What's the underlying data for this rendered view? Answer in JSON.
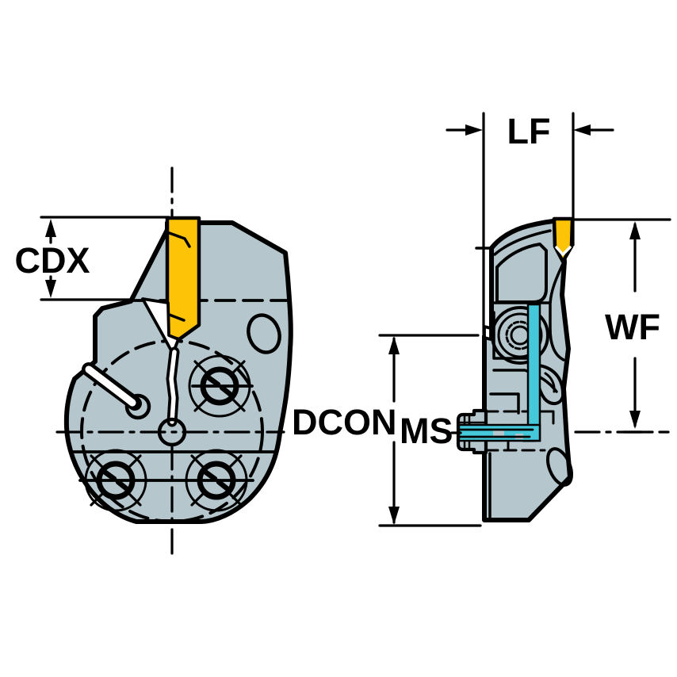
{
  "labels": {
    "cdx": "CDX",
    "lf": "LF",
    "wf": "WF",
    "dcon": "DCON",
    "ms": "MS"
  },
  "colors": {
    "background": "#ffffff",
    "body": "#b5c7cd",
    "insert": "#fcc307",
    "coolant": "#45c8da",
    "line": "#000000"
  }
}
